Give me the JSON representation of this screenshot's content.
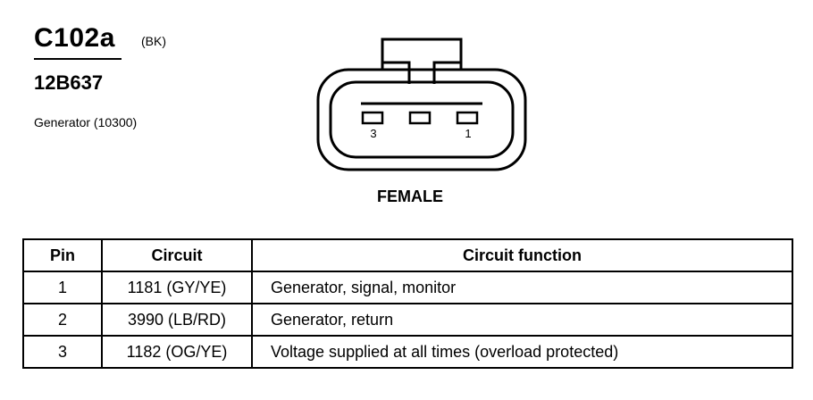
{
  "header": {
    "connector_id": "C102a",
    "color_code": "(BK)",
    "part_number": "12B637",
    "component": "Generator (10300)"
  },
  "diagram": {
    "gender": "FEMALE",
    "pin_labels": [
      "3",
      "1"
    ]
  },
  "table": {
    "columns": [
      "Pin",
      "Circuit",
      "Circuit function"
    ],
    "rows": [
      {
        "pin": "1",
        "circuit": "1181 (GY/YE)",
        "function": "Generator, signal, monitor"
      },
      {
        "pin": "2",
        "circuit": "3990 (LB/RD)",
        "function": "Generator, return"
      },
      {
        "pin": "3",
        "circuit": "1182 (OG/YE)",
        "function": "Voltage supplied at all times (overload protected)"
      }
    ]
  }
}
